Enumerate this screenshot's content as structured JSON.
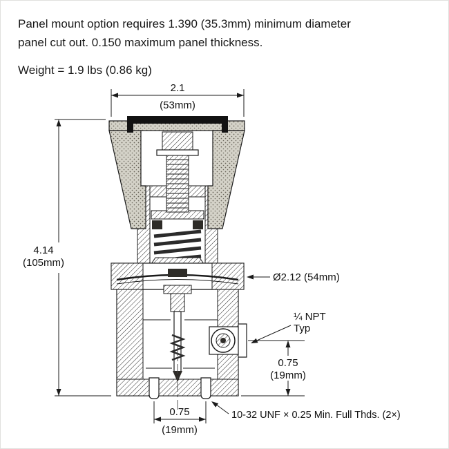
{
  "notes": {
    "line1": "Panel mount option requires 1.390 (35.3mm) minimum diameter",
    "line2": "panel cut out. 0.150 maximum panel thickness.",
    "weight": "Weight = 1.9 lbs (0.86 kg)"
  },
  "dims": {
    "top_width": {
      "in": "2.1",
      "mm": "(53mm)"
    },
    "height": {
      "in": "4.14",
      "mm": "(105mm)"
    },
    "diameter": "Ø2.12 (54mm)",
    "npt_line1": "¼ NPT",
    "npt_line2": "Typ",
    "port_height": {
      "in": "0.75",
      "mm": "(19mm)"
    },
    "hole_spacing": {
      "in": "0.75",
      "mm": "(19mm)"
    },
    "thread_note": "10-32 UNF × 0.25 Min. Full Thds. (2×)"
  },
  "colors": {
    "ink": "#1a1a1a",
    "knob_fill": "#d4d2c8",
    "cap": "#121212"
  }
}
